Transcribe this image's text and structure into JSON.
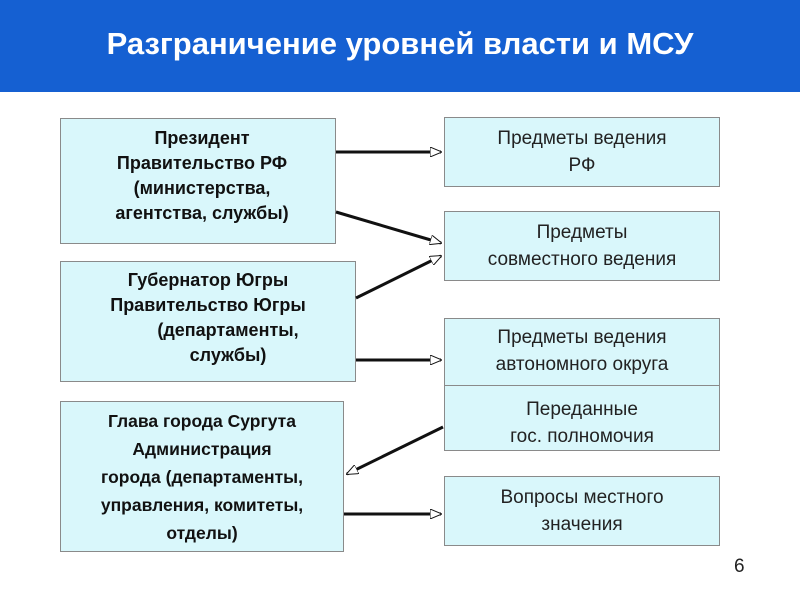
{
  "title": "Разграничение уровней власти и МСУ",
  "page_number": "6",
  "left_boxes": {
    "federal": [
      "Президент",
      "Правительство РФ",
      "(министерства,",
      "агентства, службы)"
    ],
    "regional": [
      "Губернатор Югры",
      "Правительство Югры",
      "(департаменты,",
      "службы)"
    ],
    "municipal": [
      "Глава города Сургута",
      "Администрация",
      "города (департаменты,",
      "управления, комитеты,",
      "отделы)"
    ]
  },
  "right_boxes": {
    "federal_subjects": [
      "Предметы ведения",
      "РФ"
    ],
    "joint_subjects": [
      "Предметы",
      "совместного ведения"
    ],
    "okrug_subjects": [
      "Предметы ведения",
      "автономного округа"
    ],
    "delegated_powers": [
      "Переданные",
      "гос. полномочия"
    ],
    "local_issues": [
      "Вопросы местного",
      "значения"
    ]
  },
  "colors": {
    "header": "#1560d2",
    "box_fill": "#d9f7fb",
    "box_border": "#8a8a8a",
    "arrow": "#111111"
  }
}
